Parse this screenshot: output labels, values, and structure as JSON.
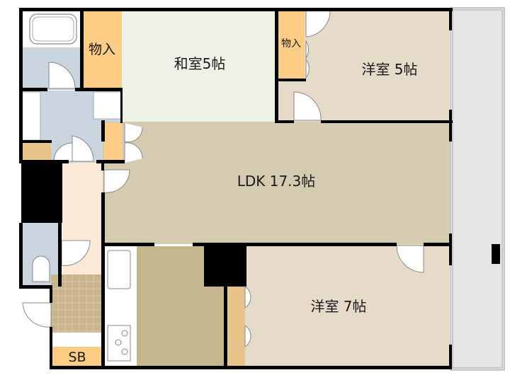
{
  "floorplan": {
    "rooms": {
      "washitsu": "和室5帖",
      "yoshitsu_5": "洋室 5帖",
      "ldk": "LDK 17.3帖",
      "yoshitsu_7": "洋室 7帖",
      "storage_1": "物入",
      "storage_2": "物入",
      "shoe_box": "SB"
    },
    "colors": {
      "washitsu": "#eef1e5",
      "yoshitsu": "#e6dac9",
      "ldk": "#d5cbb0",
      "kitchen_floor": "#c6b68e",
      "storage": "#fdcc85",
      "wet_area": "#c9d4de",
      "hallway": "#fbe8d6",
      "entrance": "#c9b48e",
      "balcony": "#e5e5e5",
      "wall": "#000000"
    }
  }
}
